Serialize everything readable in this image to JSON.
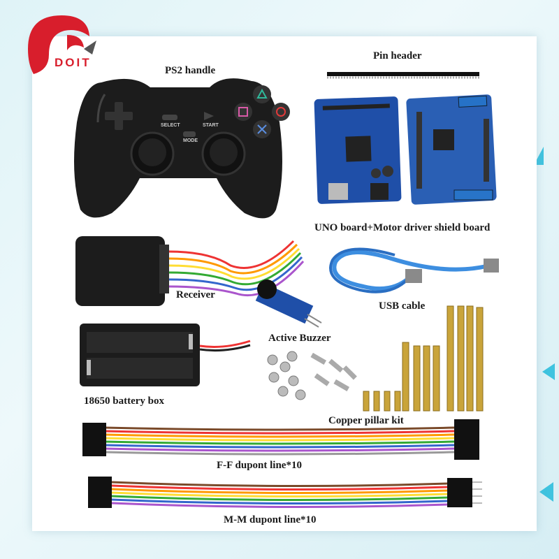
{
  "brand": {
    "logo_text": "DOIT",
    "color": "#d81e2c"
  },
  "labels": {
    "ps2_handle": "PS2 handle",
    "pin_header": "Pin header",
    "uno_board": "UNO board+Motor driver shield board",
    "receiver": "Receiver",
    "usb_cable": "USB cable",
    "active_buzzer": "Active Buzzer",
    "battery_box": "18650 battery box",
    "copper_pillar": "Copper pillar kit",
    "ff_dupont": "F-F dupont line*10",
    "mm_dupont": "M-M dupont line*10"
  },
  "controller_buttons": {
    "select": "SELECT",
    "start": "START",
    "mode": "MODE"
  },
  "colors": {
    "board_blue": "#1f4fa8",
    "accent_cyan": "#33c6e0",
    "brass": "#c9a43a"
  }
}
